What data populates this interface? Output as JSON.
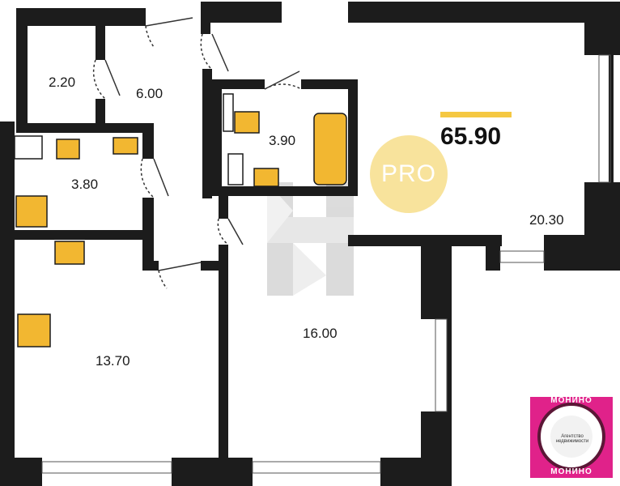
{
  "plan": {
    "total_area": "65.90",
    "badge_text": "PRO",
    "rooms": [
      {
        "id": "storage",
        "area": "2.20"
      },
      {
        "id": "hall",
        "area": "6.00"
      },
      {
        "id": "bathroom",
        "area": "3.90"
      },
      {
        "id": "toilet",
        "area": "3.80"
      },
      {
        "id": "living",
        "area": "20.30"
      },
      {
        "id": "kitchen",
        "area": "13.70"
      },
      {
        "id": "bedroom",
        "area": "16.00"
      }
    ]
  },
  "logo": {
    "top_text": "МОНИНО",
    "bottom_text": "МОНИНО",
    "small_text": "Агентство недвижимости"
  },
  "colors": {
    "wall": "#1c1c1c",
    "fixture": "#f2b731",
    "accent": "#f5c842",
    "badge": "#f8e39c",
    "logo_bg": "#e0228a"
  }
}
